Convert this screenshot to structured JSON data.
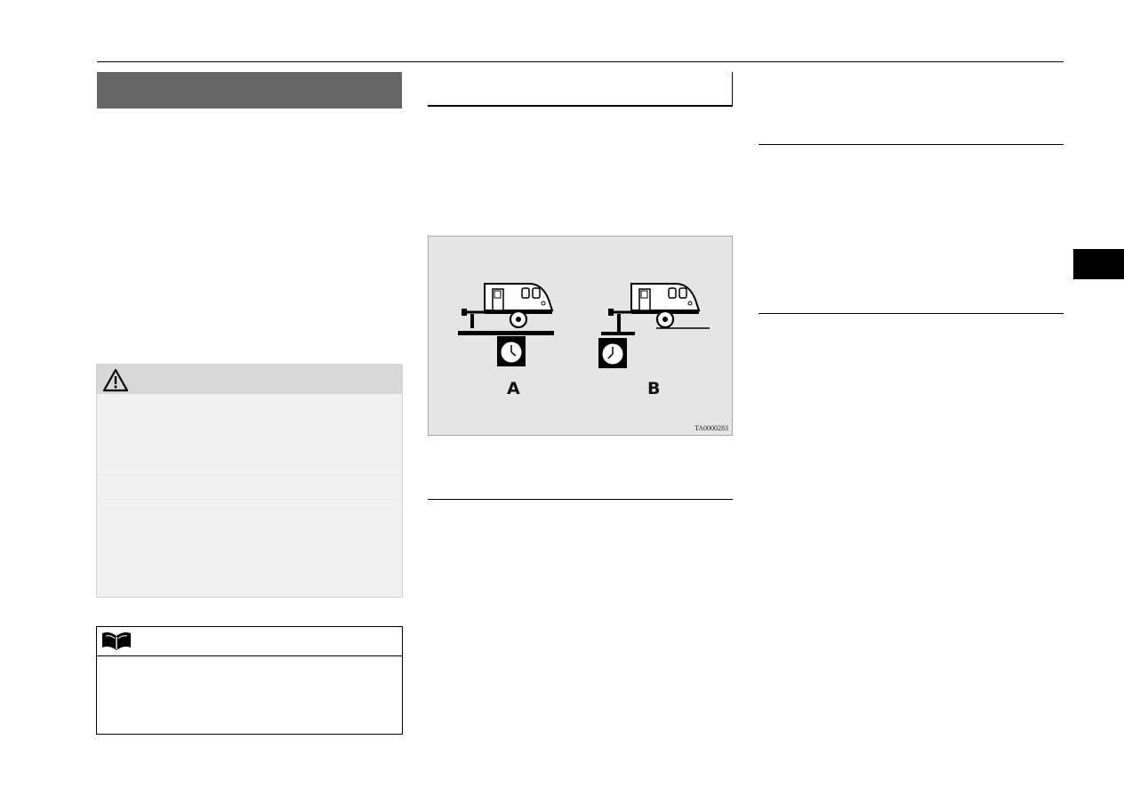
{
  "figure": {
    "label_a": "A",
    "label_b": "B",
    "code": "TA0000283"
  },
  "icons": {
    "warning": "warning-triangle-icon",
    "note": "open-book-icon"
  },
  "colors": {
    "section_bar": "#666666",
    "warning_head": "#d8d8d8",
    "warning_body": "#f1f1f1",
    "figure_bg": "#e5e5e5",
    "side_tab": "#000000"
  }
}
